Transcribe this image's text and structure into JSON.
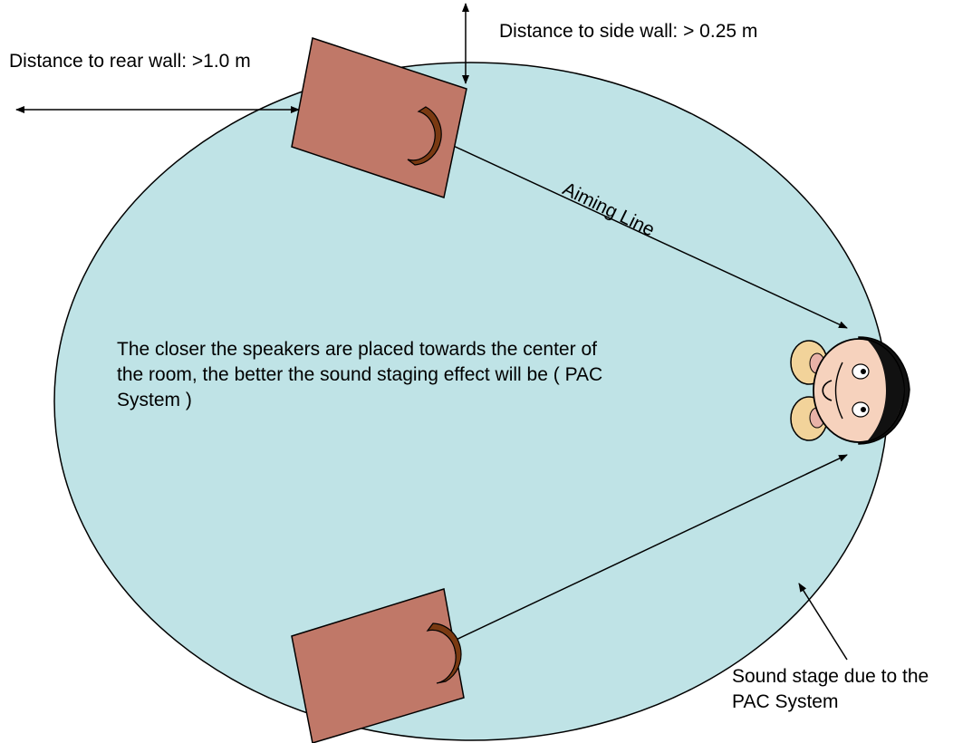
{
  "labels": {
    "side_wall_distance": "Distance to side wall: > 0.25 m",
    "rear_wall_distance": "Distance to rear wall: >1.0 m",
    "aiming_line": "Aiming Line",
    "placement_note": "The closer the speakers are placed towards the center of the room, the better the sound staging effect will be ( PAC System )",
    "sound_stage": "Sound stage due to the PAC System"
  },
  "icons": {
    "speaker": "speaker-box-icon",
    "listener": "listener-head-icon"
  },
  "colors": {
    "sound_stage_fill": "#bfe3e6",
    "speaker_body": "#c07868",
    "speaker_driver": "#7a3a12",
    "line": "#000000"
  }
}
